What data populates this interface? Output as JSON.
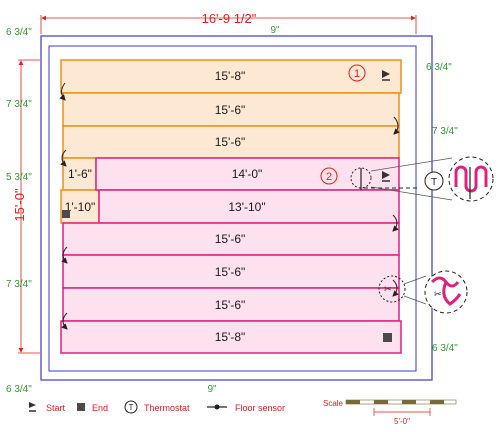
{
  "dimensions": {
    "overall_width": "16'-9 1/2\"",
    "overall_height": "15'-0\"",
    "top_offset": "9\"",
    "bottom_offset": "9\"",
    "left_top_corner": "6 3/4\"",
    "left_bottom_corner": "6 3/4\"",
    "left_spacing_1": "7 3/4\"",
    "left_spacing_2": "5 3/4\"",
    "left_spacing_3": "7 3/4\"",
    "right_top": "6 3/4\"",
    "right_spacing": "7 3/4\"",
    "right_bottom": "6 3/4\""
  },
  "zone1": {
    "number": "1",
    "color": "#ef8f1a",
    "fill": "#fde9d3",
    "runs": [
      "15'-8\"",
      "15'-6\"",
      "15'-6\"",
      "1'-6\"",
      "1'-10\""
    ]
  },
  "zone2": {
    "number": "2",
    "color": "#e0207a",
    "fill": "#fde1ee",
    "runs": [
      "14'-0\"",
      "13'-10\"",
      "15'-6\"",
      "15'-6\"",
      "15'-6\"",
      "15'-8\""
    ]
  },
  "legend": {
    "start": "Start",
    "end": "End",
    "thermostat_symbol": "T",
    "thermostat": "Thermostat",
    "floor_sensor": "Floor sensor"
  },
  "scale": {
    "label": "Scale",
    "value": "5'-0\""
  }
}
